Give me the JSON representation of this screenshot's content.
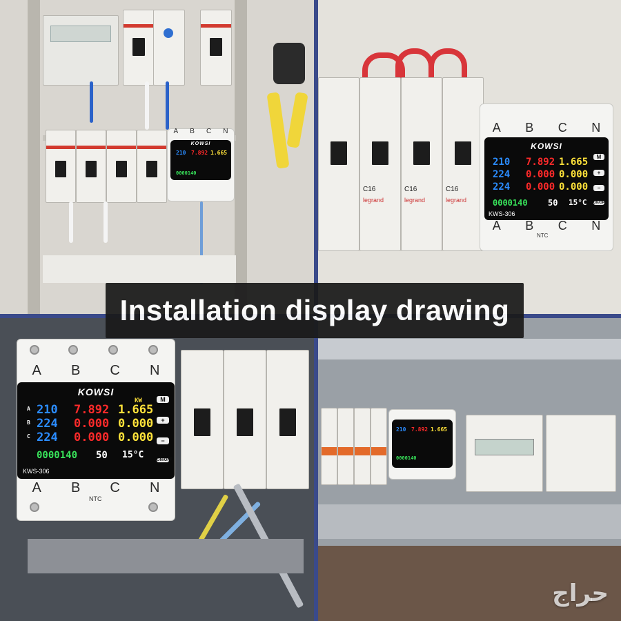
{
  "banner": {
    "text": "Installation display drawing"
  },
  "meter": {
    "brand": "KOWSI",
    "model": "KWS-306",
    "unit_kw": "KW",
    "terminals_top": [
      "A",
      "B",
      "C",
      "N"
    ],
    "terminals_bottom": [
      "A",
      "B",
      "C",
      "N"
    ],
    "ntc_label": "NTC",
    "phase_labels": [
      "A",
      "B",
      "C"
    ],
    "rows": [
      {
        "volts": "210",
        "amps": "7.892",
        "kw": "1.665"
      },
      {
        "volts": "224",
        "amps": "0.000",
        "kw": "0.000"
      },
      {
        "volts": "224",
        "amps": "0.000",
        "kw": "0.000"
      }
    ],
    "bottom_reading": "0000140",
    "frequency": "50",
    "temperature": "15°C",
    "buttons": [
      "M",
      "+",
      "−",
      "ON/OFF"
    ],
    "colors": {
      "volts": "#2b8cff",
      "amps": "#ff2a2a",
      "kw": "#ffe23a",
      "energy": "#38e25a"
    }
  },
  "parts": {
    "legrand_label": "legrand",
    "breaker_rating": "C16"
  },
  "watermark": {
    "text": "حراج"
  }
}
